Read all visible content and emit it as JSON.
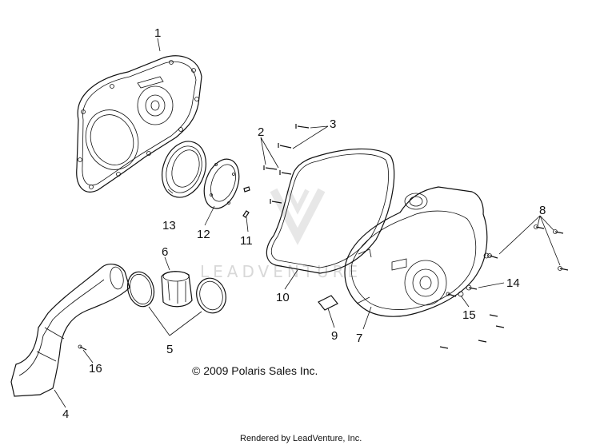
{
  "callouts": {
    "c1": "1",
    "c2": "2",
    "c3": "3",
    "c4": "4",
    "c5": "5",
    "c6": "6",
    "c7": "7",
    "c8": "8",
    "c9": "9",
    "c10": "10",
    "c11": "11",
    "c12": "12",
    "c13": "13",
    "c14": "14",
    "c15": "15",
    "c16": "16"
  },
  "copyright": "© 2009 Polaris Sales Inc.",
  "watermark": "LEADVENTURE",
  "footer": "Rendered by LeadVenture, Inc."
}
